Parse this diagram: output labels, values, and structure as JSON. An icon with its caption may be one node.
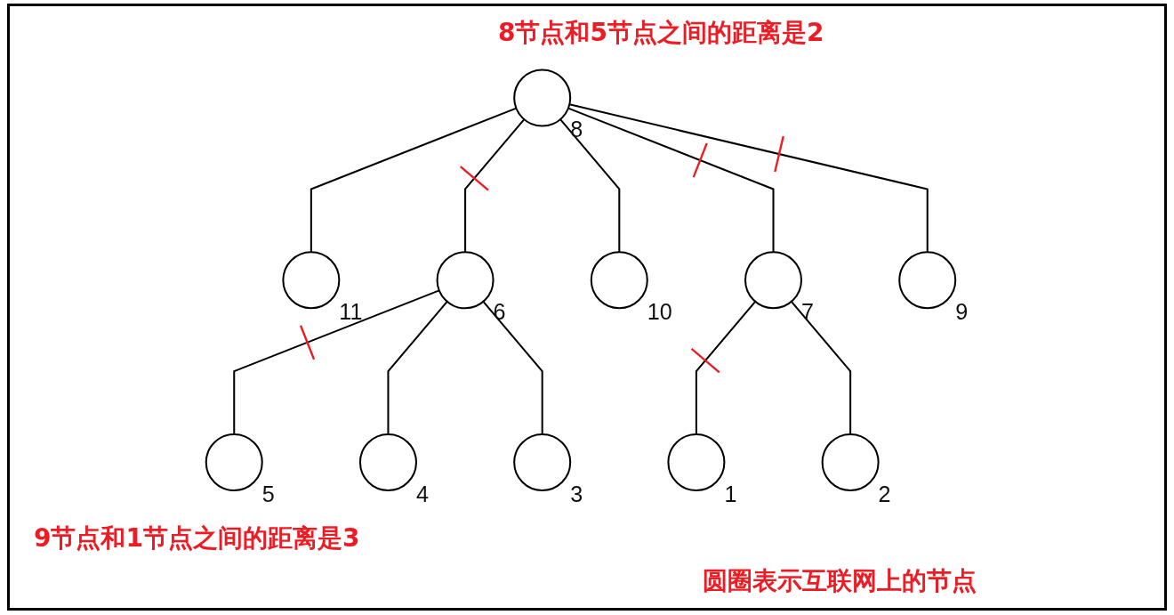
{
  "diagram": {
    "nodes": [
      {
        "text": [],
        "shape": "circle",
        "beside": [
          "11"
        ]
      },
      {
        "text": [],
        "shape": "circle",
        "beside": [
          "6"
        ]
      },
      {
        "text": [],
        "shape": "circle",
        "beside": [
          "5"
        ]
      },
      {
        "text": [],
        "shape": "circle",
        "beside": [
          "8"
        ]
      },
      {
        "text": [],
        "shape": "circle",
        "beside": [
          "10"
        ]
      },
      {
        "text": [],
        "shape": "circle",
        "beside": [
          "4"
        ]
      },
      {
        "text": [],
        "shape": "circle",
        "beside": [
          "7"
        ]
      },
      {
        "text": [],
        "shape": "circle",
        "beside": [
          "3"
        ]
      },
      {
        "text": [],
        "shape": "circle",
        "beside": [
          "9"
        ]
      },
      {
        "text": [],
        "shape": "circle",
        "beside": [
          "2"
        ]
      },
      {
        "text": [],
        "shape": "circle",
        "beside": [
          "1"
        ]
      }
    ],
    "edges": [
      {
        "from": 3,
        "to": 0,
        "arrow": "none"
      },
      {
        "from": 3,
        "to": 1,
        "arrow": "none"
      },
      {
        "from": 1,
        "to": 2,
        "arrow": "none"
      },
      {
        "from": 1,
        "to": 5,
        "arrow": "none"
      },
      {
        "from": 1,
        "to": 7,
        "arrow": "none"
      },
      {
        "from": 3,
        "to": 4,
        "arrow": "none"
      },
      {
        "from": 3,
        "to": 8,
        "arrow": "none"
      },
      {
        "from": 3,
        "to": 6,
        "arrow": "none"
      },
      {
        "from": 6,
        "to": 10,
        "arrow": "none"
      },
      {
        "from": 6,
        "to": 9,
        "arrow": "none"
      }
    ],
    "labels": [
      "8节点和5节点之间的距离是2",
      "9节点和1节点之间的距离是3",
      "圆圈表示互联网上的节点"
    ]
  }
}
